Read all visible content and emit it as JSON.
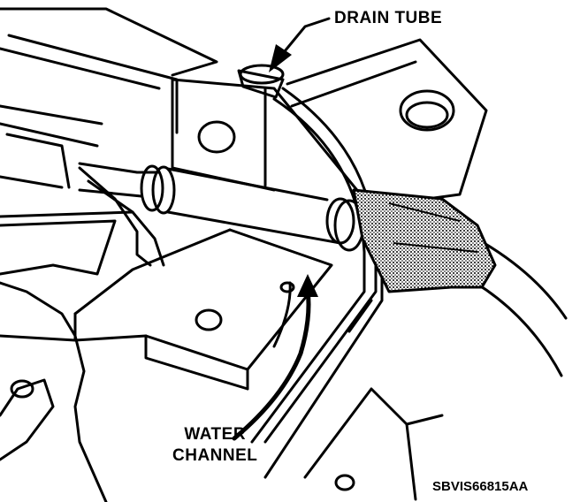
{
  "labels": {
    "drain_tube": "DRAIN TUBE",
    "water_line1": "WATER",
    "water_line2": "CHANNEL",
    "figure_code": "SBVIS66815AA"
  },
  "colors": {
    "ink": "#000000",
    "paper": "#ffffff",
    "stipple": "#555555"
  }
}
